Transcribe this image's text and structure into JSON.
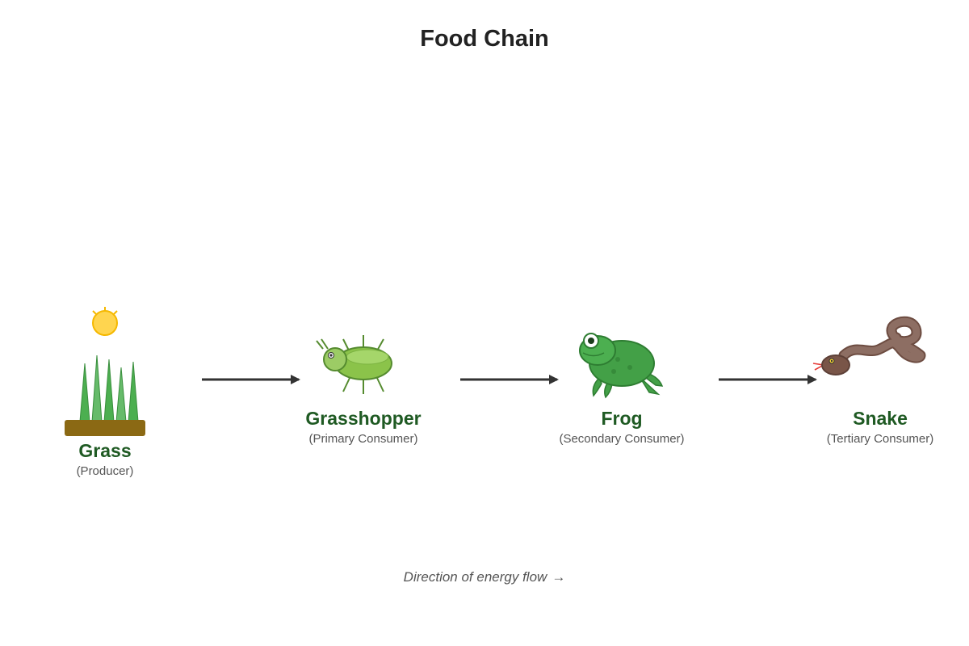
{
  "title": "Food Chain",
  "organisms": [
    {
      "name": "Grass",
      "role": "(Producer)",
      "icon": "grass-icon"
    },
    {
      "name": "Grasshopper",
      "role": "(Primary Consumer)",
      "icon": "grasshopper-icon"
    },
    {
      "name": "Frog",
      "role": "(Secondary Consumer)",
      "icon": "frog-icon"
    },
    {
      "name": "Snake",
      "role": "(Tertiary Consumer)",
      "icon": "snake-icon"
    }
  ],
  "footer": {
    "text": "Direction of energy flow",
    "arrow": "→"
  },
  "colors": {
    "label_green": "#1f5a23",
    "grass": "#4caf50",
    "soil": "#8b6914",
    "sun": "#ffd54f",
    "grasshopper": "#8bc34a",
    "frog": "#43a047",
    "snake": "#8d6e63",
    "arrow": "#333333"
  }
}
